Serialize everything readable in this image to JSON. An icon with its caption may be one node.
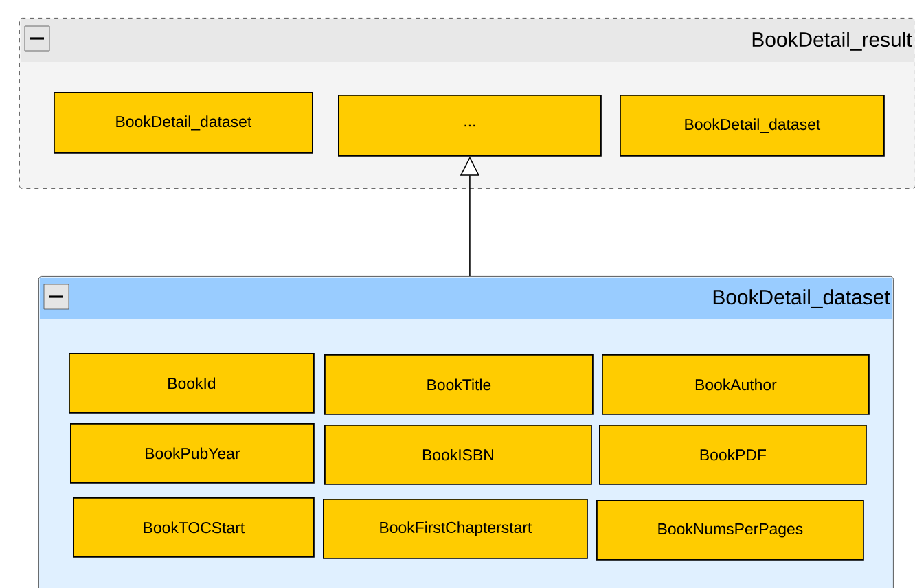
{
  "diagram": {
    "nodes": [
      {
        "text": [
          "BookDetail_result"
        ]
      },
      {
        "text": [
          "BookDetail_dataset"
        ],
        "in": 0
      },
      {
        "text": [
          "..."
        ],
        "in": 0
      },
      {
        "text": [
          "BookDetail_dataset"
        ],
        "in": 0
      },
      {
        "text": [
          "BookDetail_dataset"
        ]
      },
      {
        "text": [
          "BookId"
        ],
        "in": 4
      },
      {
        "text": [
          "BookTitle"
        ],
        "in": 4
      },
      {
        "text": [
          "BookAuthor"
        ],
        "in": 4
      },
      {
        "text": [
          "BookPubYear"
        ],
        "in": 4
      },
      {
        "text": [
          "BookISBN"
        ],
        "in": 4
      },
      {
        "text": [
          "BookPDF"
        ],
        "in": 4
      },
      {
        "text": [
          "BookTOCStart"
        ],
        "in": 4
      },
      {
        "text": [
          "BookFirstChapterstart"
        ],
        "in": 4
      },
      {
        "text": [
          "BookNumsPerPages"
        ],
        "in": 4
      }
    ],
    "edges": [
      {
        "from": 4,
        "to": 2,
        "arrow": "to"
      }
    ]
  }
}
